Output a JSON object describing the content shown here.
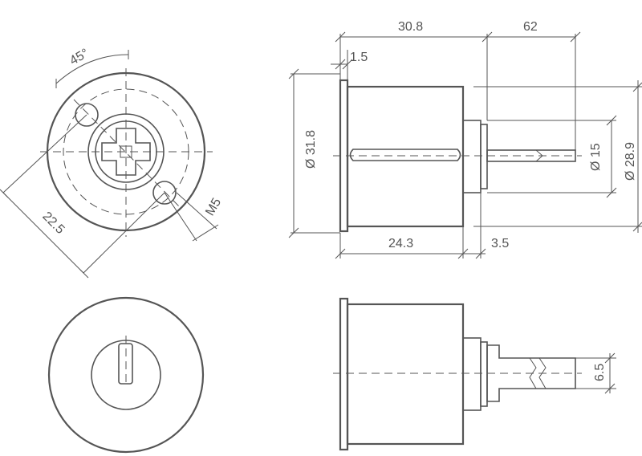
{
  "colors": {
    "line": "#555555",
    "background": "#ffffff"
  },
  "labels": {
    "angle": "45°",
    "diag_225": "22.5",
    "m5": "M5",
    "d308": "30.8",
    "d62": "62",
    "d15": "1.5",
    "phi318": "Ø 31.8",
    "d243": "24.3",
    "d35": "3.5",
    "phi15": "Ø 15",
    "phi289": "Ø 28.9",
    "d65": "6.5"
  }
}
